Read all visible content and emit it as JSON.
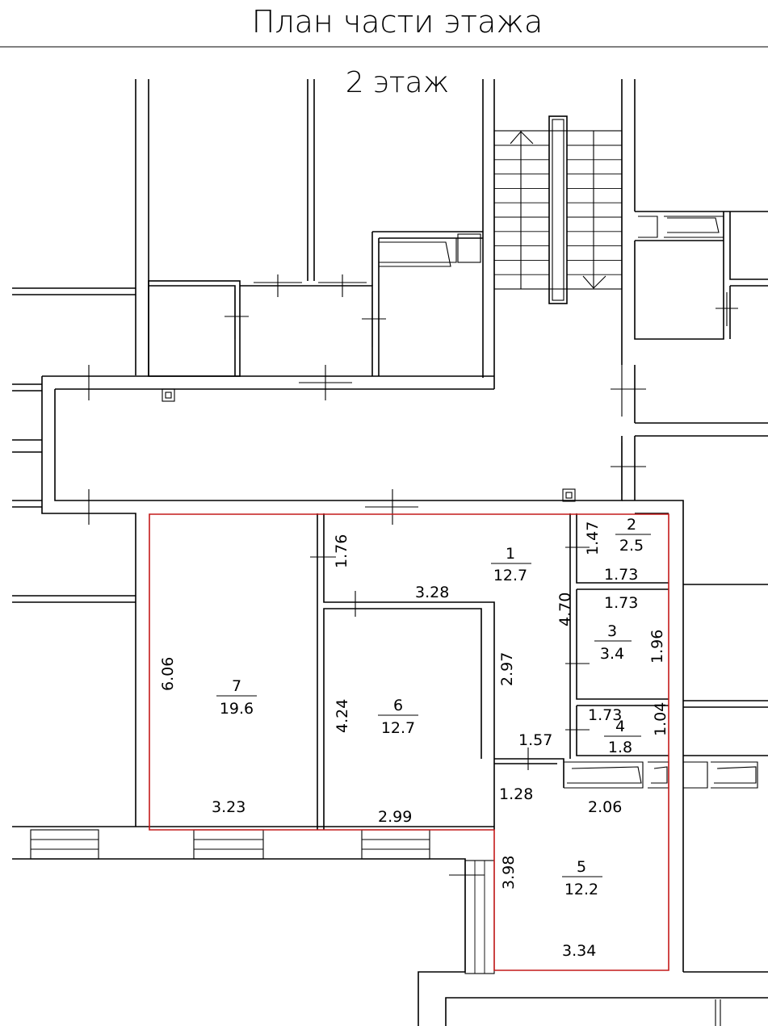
{
  "title": "План части этажа",
  "floor_label": "2 этаж",
  "rooms": [
    {
      "number": "1",
      "area": "12.7"
    },
    {
      "number": "2",
      "area": "2.5"
    },
    {
      "number": "3",
      "area": "3.4"
    },
    {
      "number": "4",
      "area": "1.8"
    },
    {
      "number": "5",
      "area": "12.2"
    },
    {
      "number": "6",
      "area": "12.7"
    },
    {
      "number": "7",
      "area": "19.6"
    }
  ],
  "dimensions": [
    "1.76",
    "3.28",
    "1.47",
    "1.73",
    "1.73",
    "4.70",
    "1.96",
    "2.97",
    "6.06",
    "4.24",
    "1.73",
    "1.04",
    "1.57",
    "1.28",
    "2.06",
    "3.23",
    "2.99",
    "3.98",
    "3.34"
  ],
  "colors": {
    "outline": "#000000",
    "highlight": "#c41a1a",
    "background": "#ffffff"
  }
}
